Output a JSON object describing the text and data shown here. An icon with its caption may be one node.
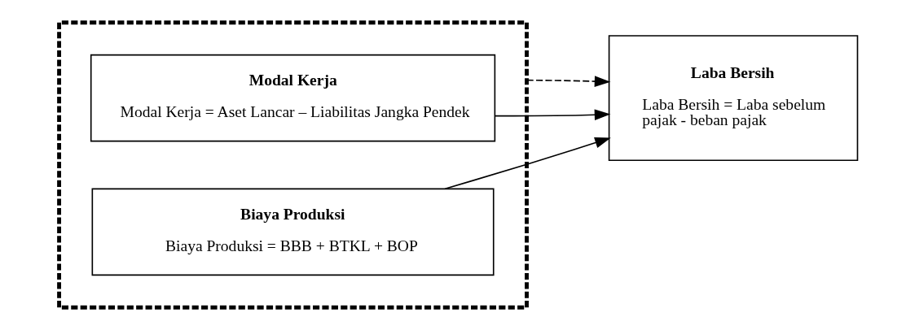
{
  "diagram": {
    "nodes": [
      {
        "text": [],
        "shape": "box"
      },
      {
        "text": [
          "Modal Kerja",
          "Modal Kerja = Aset Lancar – Liabilitas Jangka Pendek"
        ],
        "in": 0
      },
      {
        "text": [
          "Biaya Produksi",
          "Biaya Produksi = BBB + BTKL + BOP"
        ],
        "in": 0
      },
      {
        "text": [
          "Laba Bersih",
          "Laba Bersih = Laba sebelum pajak - beban pajak"
        ]
      }
    ],
    "edges": [
      {
        "from": 1,
        "to": 3,
        "arrow": "to"
      },
      {
        "from": 0,
        "to": 3,
        "arrow": "to",
        "style": "dashed"
      },
      {
        "from": 2,
        "to": 3,
        "arrow": "to"
      }
    ]
  }
}
